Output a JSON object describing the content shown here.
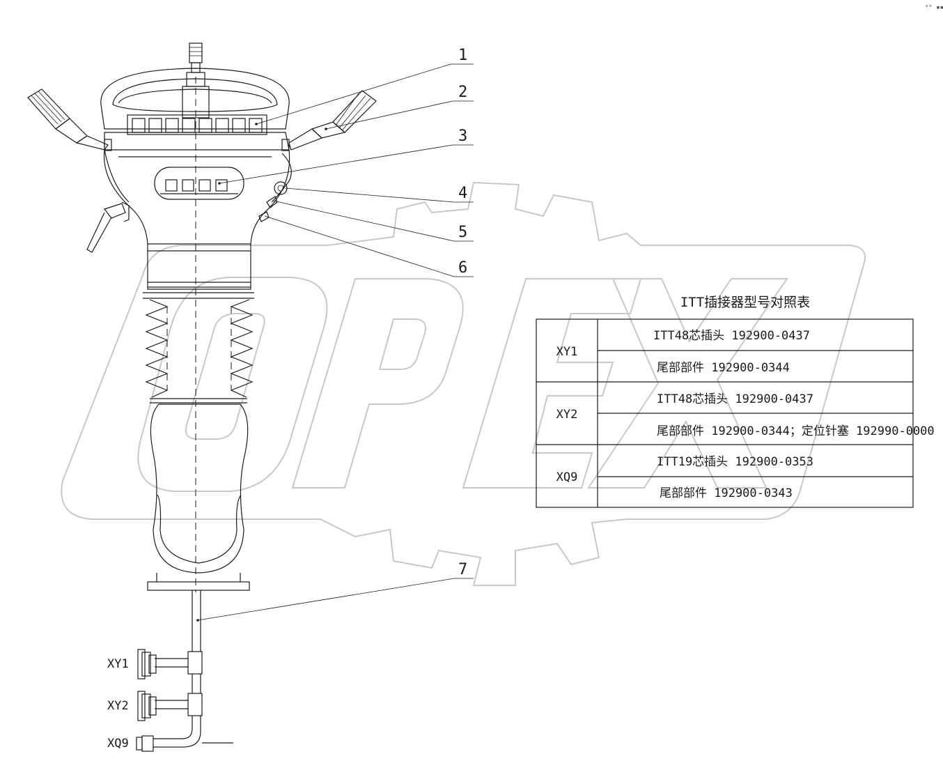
{
  "corner_mark": "ᵃᵇ ▪▪▪",
  "watermark": "OPEX",
  "callouts": [
    "1",
    "2",
    "3",
    "4",
    "5",
    "6",
    "7"
  ],
  "connectors": {
    "xy1": "XY1",
    "xy2": "XY2",
    "xq9": "XQ9"
  },
  "table": {
    "title": "ITT插接器型号对照表",
    "groups": [
      {
        "code": "XY1",
        "row1": "ITT48芯插头 192900-0437",
        "row2": "尾部部件 192900-0344"
      },
      {
        "code": "XY2",
        "row1": "ITT48芯插头 192900-0437",
        "row2": "尾部部件 192900-0344；定位针塞 192990-0000"
      },
      {
        "code": "XQ9",
        "row1": "ITT19芯插头 192900-0353",
        "row2": "尾部部件 192900-0343"
      }
    ]
  }
}
